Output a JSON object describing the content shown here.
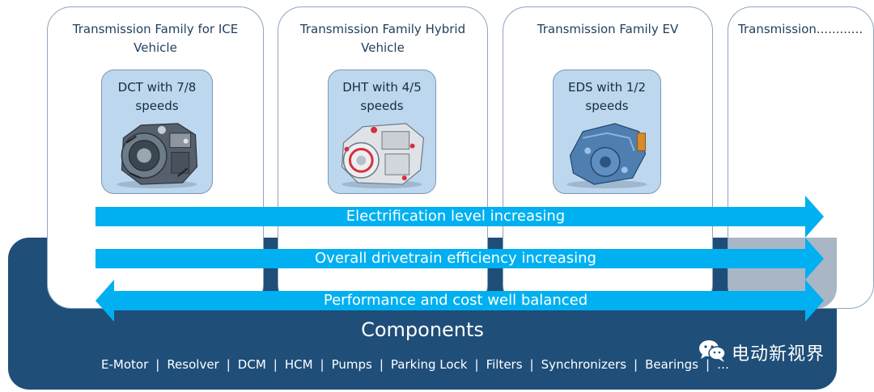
{
  "families": [
    {
      "title": "Transmission Family for ICE Vehicle",
      "inner_label": "DCT with 7/8 speeds",
      "icon": "dct-transmission-image"
    },
    {
      "title": "Transmission Family Hybrid Vehicle",
      "inner_label": "DHT with 4/5 speeds",
      "icon": "dht-transmission-image"
    },
    {
      "title": "Transmission Family EV",
      "inner_label": "EDS with 1/2 speeds",
      "icon": "eds-drive-image"
    },
    {
      "title": "Transmission............"
    }
  ],
  "arrows": [
    {
      "label": "Electrification level increasing",
      "direction": "right"
    },
    {
      "label": "Overall drivetrain efficiency increasing",
      "direction": "right"
    },
    {
      "label": "Performance and cost well balanced",
      "direction": "both"
    }
  ],
  "components": {
    "title": "Components",
    "items": [
      "E-Motor",
      "Resolver",
      "DCM",
      "HCM",
      "Pumps",
      "Parking Lock",
      "Filters",
      "Synchronizers",
      "Bearings",
      "…"
    ],
    "separator": "|"
  },
  "watermark": {
    "text": "电动新视界",
    "icon": "wechat-icon"
  },
  "colors": {
    "components_bg": "#1f4e79",
    "arrow": "#00b0f0",
    "inner_box": "#bdd7ee",
    "family_border": "#8fa5bd"
  }
}
